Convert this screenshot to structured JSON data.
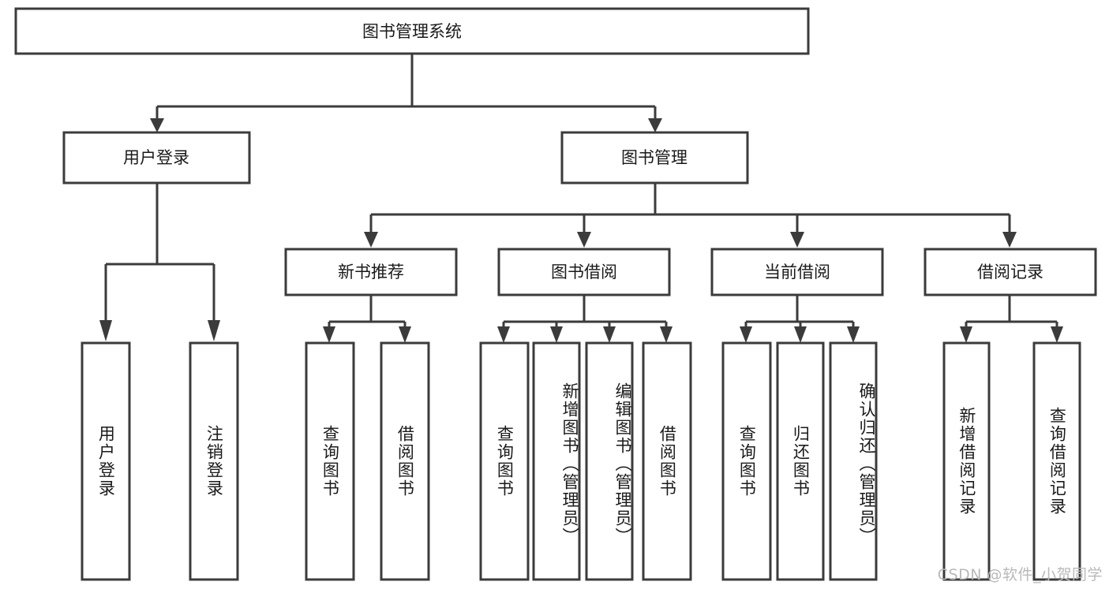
{
  "diagram": {
    "title": "图书管理系统",
    "type": "tree-hierarchy-chart",
    "watermark": "CSDN @软件_小贺同学",
    "root": {
      "id": "root",
      "label": "图书管理系统"
    },
    "level2": [
      {
        "id": "user-login",
        "label": "用户登录"
      },
      {
        "id": "book-manage",
        "label": "图书管理"
      }
    ],
    "level3": [
      {
        "id": "new-book-recommend",
        "label": "新书推荐",
        "parent": "book-manage"
      },
      {
        "id": "book-borrow",
        "label": "图书借阅",
        "parent": "book-manage"
      },
      {
        "id": "current-borrow",
        "label": "当前借阅",
        "parent": "book-manage"
      },
      {
        "id": "borrow-record",
        "label": "借阅记录",
        "parent": "book-manage"
      }
    ],
    "leaves": [
      {
        "id": "leaf-user-login",
        "label": "用户登录",
        "parent": "user-login"
      },
      {
        "id": "leaf-logout-login",
        "label": "注销登录",
        "parent": "user-login"
      },
      {
        "id": "leaf-query-book-1",
        "label": "查询图书",
        "parent": "new-book-recommend"
      },
      {
        "id": "leaf-borrow-book-1",
        "label": "借阅图书",
        "parent": "new-book-recommend"
      },
      {
        "id": "leaf-query-book-2",
        "label": "查询图书",
        "parent": "book-borrow"
      },
      {
        "id": "leaf-add-book",
        "label": "新增图书（管理员）",
        "parent": "book-borrow"
      },
      {
        "id": "leaf-edit-book",
        "label": "编辑图书（管理员）",
        "parent": "book-borrow"
      },
      {
        "id": "leaf-borrow-book-2",
        "label": "借阅图书",
        "parent": "book-borrow"
      },
      {
        "id": "leaf-query-book-3",
        "label": "查询图书",
        "parent": "current-borrow"
      },
      {
        "id": "leaf-return-book",
        "label": "归还图书",
        "parent": "current-borrow"
      },
      {
        "id": "leaf-confirm-return",
        "label": "确认归还（管理员）",
        "parent": "current-borrow"
      },
      {
        "id": "leaf-add-record",
        "label": "新增借阅记录",
        "parent": "borrow-record"
      },
      {
        "id": "leaf-query-record",
        "label": "查询借阅记录",
        "parent": "borrow-record"
      }
    ],
    "colors": {
      "box_stroke": "#3b3b3b",
      "box_fill": "#ffffff",
      "text": "#1a1a1a",
      "watermark": "#b9b9b9",
      "background": "#ffffff"
    }
  }
}
